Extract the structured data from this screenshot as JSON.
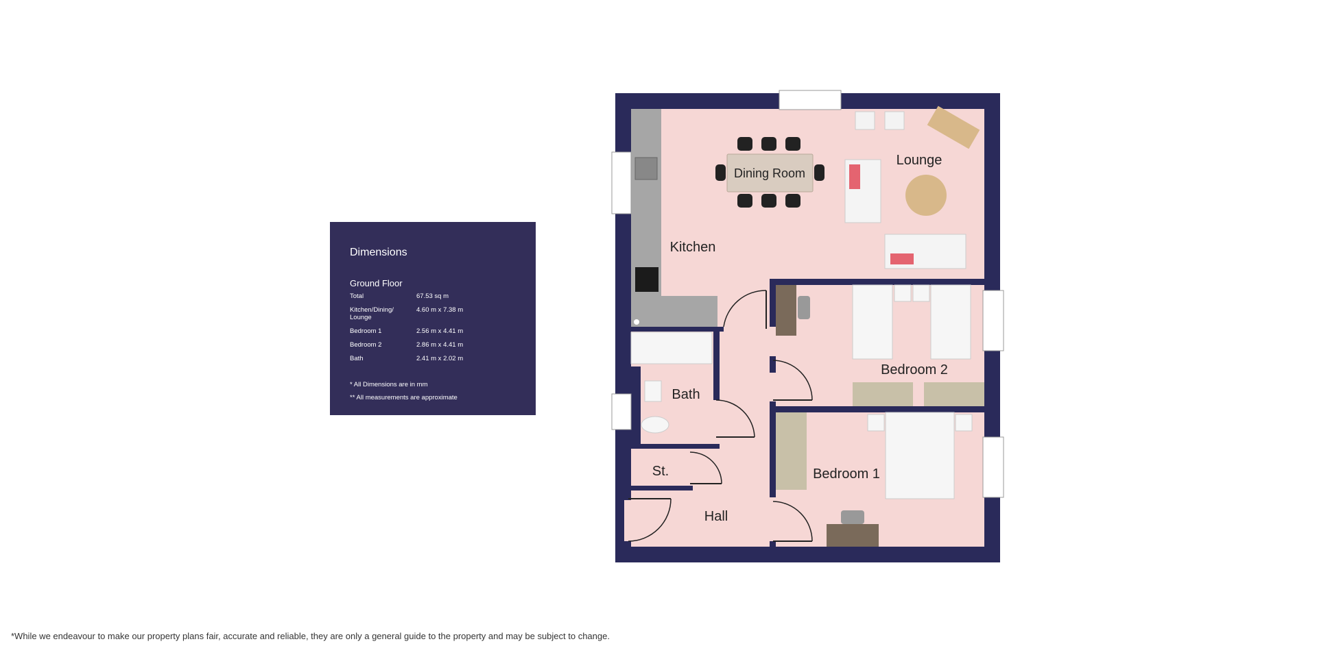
{
  "dimensions_panel": {
    "heading": "Dimensions",
    "floor_name": "Ground Floor",
    "rows": [
      {
        "label": "Total",
        "value": "67.53 sq m"
      },
      {
        "label": "Kitchen/Dining/ Lounge",
        "value": "4.60 m x 7.38 m"
      },
      {
        "label": "Bedroom 1",
        "value": "2.56 m x 4.41 m"
      },
      {
        "label": "Bedroom 2",
        "value": "2.86 m x 4.41 m"
      },
      {
        "label": "Bath",
        "value": "2.41 m x 2.02 m"
      }
    ],
    "note_1": "* All Dimensions are in mm",
    "note_2": "** All measurements are approximate"
  },
  "rooms": {
    "dining_room": "Dining Room",
    "lounge": "Lounge",
    "kitchen": "Kitchen",
    "bedroom_2": "Bedroom 2",
    "bath": "Bath",
    "storage": "St.",
    "bedroom_1": "Bedroom 1",
    "hall": "Hall"
  },
  "disclaimer": "*While we endeavour to make our property plans fair, accurate and reliable, they are only a general guide to the property and may be subject to change.",
  "colors": {
    "panel": "#332e59",
    "wall": "#2a2a5a",
    "floor": "#f6d7d5",
    "counter": "#a6a6a6"
  }
}
